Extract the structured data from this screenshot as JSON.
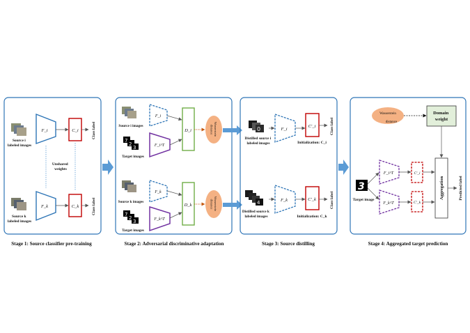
{
  "stages": [
    {
      "caption": "Stage 1: Source classifier pre-training",
      "source_i_label": [
        "Source i",
        "labeled images"
      ],
      "source_k_label": [
        "Source k",
        "labeled images"
      ],
      "F_i": "F_i",
      "C_i": "C_i",
      "F_k": "F_k",
      "C_k": "C_k",
      "class_label": "Class label",
      "unshared": [
        "Unshared",
        "weights"
      ]
    },
    {
      "caption": "Stage 2: Adversarial discriminative adaptation",
      "source_i_images": "Source i images",
      "source_k_images": "Source k images",
      "target_images": "Target images",
      "F_i": "F_i",
      "F_i_T": "F_i^T",
      "D_i": "D_i",
      "F_k": "F_k",
      "F_k_T": "F_k^T",
      "D_k": "D_k",
      "wasserstein": [
        "Wasserstein",
        "distance"
      ]
    },
    {
      "caption": "Stage 3: Source distilling",
      "distilled_i": [
        "Distilled source i",
        "labeled images"
      ],
      "distilled_k": [
        "Distilled source k",
        "labeled images"
      ],
      "F_i": "F_i",
      "F_k": "F_k",
      "C_i_prime": "C'_i",
      "C_k_prime": "C'_k",
      "init_i": "Initialization: C_i",
      "init_k": "Initialization: C_k",
      "class_label": "Class label"
    },
    {
      "caption": "Stage 4: Aggregated target prediction",
      "wasserstein": [
        "Wasserstein",
        "distance"
      ],
      "domain_weight": [
        "Domain",
        "weight"
      ],
      "target_image": "Target image",
      "F_i_T": "F_i^T",
      "F_k_T": "F_k^T",
      "C_i_prime": "C'_i",
      "C_k_prime": "C'_k",
      "aggregation": "Aggregation",
      "predicted_label": "Predicted label"
    }
  ],
  "colors": {
    "encoder": "#2e75b6",
    "target_encoder": "#7030a0",
    "classifier": "#c00000",
    "discriminator": "#70ad47",
    "wasserstein": "#f4b183",
    "domain_weight_fill": "#e2efda",
    "panel_border": "#2e75b6",
    "arrow": "#5b9bd5"
  }
}
